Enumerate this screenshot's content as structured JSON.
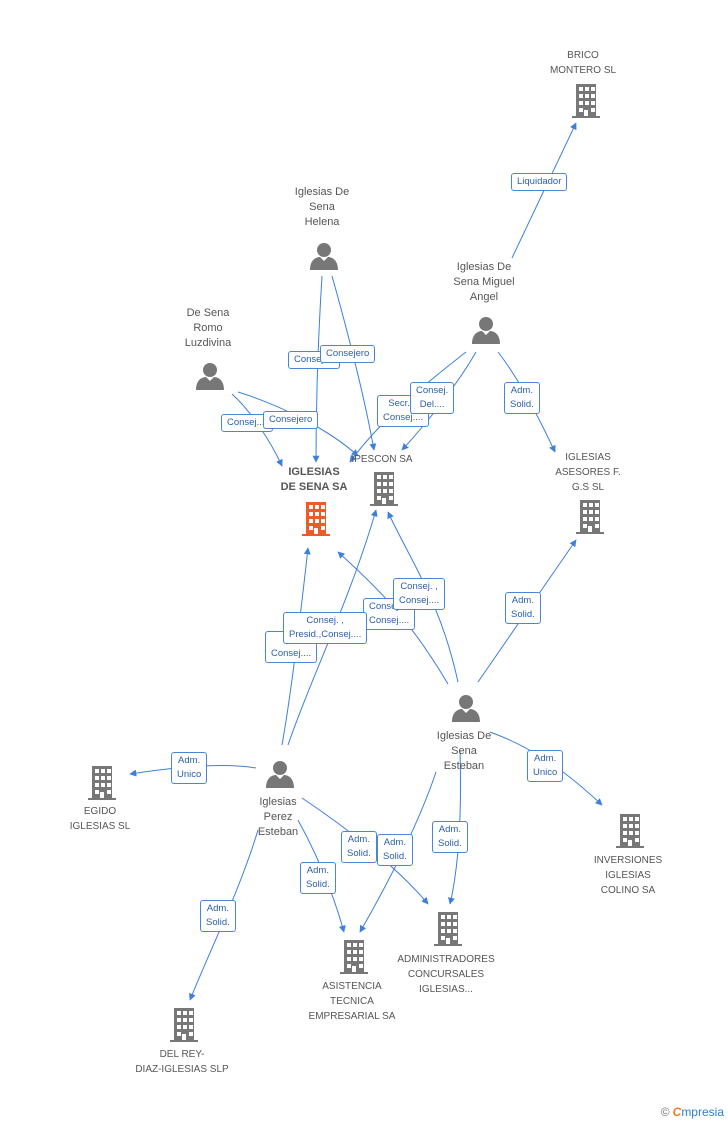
{
  "colors": {
    "edge": "#3d7fd9",
    "node": "#777777",
    "focus": "#f05a28",
    "label_border": "#4a86d8"
  },
  "nodes": {
    "brico": [
      "BRICO",
      "MONTERO SL"
    ],
    "helena": [
      "Iglesias De",
      "Sena",
      "Helena"
    ],
    "miguel": [
      "Iglesias De",
      "Sena Miguel",
      "Angel"
    ],
    "luzdivina": [
      "De Sena",
      "Romo",
      "Luzdivina"
    ],
    "iglesias_de_sena": [
      "IGLESIAS",
      "DE SENA SA"
    ],
    "ipescon": [
      "IPESCON SA"
    ],
    "asesores": [
      "IGLESIAS",
      "ASESORES F.",
      "G.S SL"
    ],
    "esteban_sena": [
      "Iglesias De",
      "Sena",
      "Esteban"
    ],
    "egido": [
      "EGIDO",
      "IGLESIAS SL"
    ],
    "perez_esteban": [
      "Iglesias",
      "Perez",
      "Esteban"
    ],
    "inversiones": [
      "INVERSIONES",
      "IGLESIAS",
      "COLINO SA"
    ],
    "administradores": [
      "ADMINISTRADORES",
      "CONCURSALES",
      "IGLESIAS..."
    ],
    "asistencia": [
      "ASISTENCIA",
      "TECNICA",
      "EMPRESARIAL SA"
    ],
    "del_rey": [
      "DEL REY-",
      "DIAZ-IGLESIAS SLP"
    ]
  },
  "edge_labels": {
    "liquidador": [
      "Liquidador"
    ],
    "helena_a": [
      "Consej...."
    ],
    "helena_b": [
      "Consejero"
    ],
    "luz_a": [
      "Consej...."
    ],
    "luz_b": [
      "Consejero"
    ],
    "miguel_a": [
      "Secr....",
      "Consej...."
    ],
    "miguel_b": [
      "Consej.",
      "Del...."
    ],
    "miguel_c": [
      "Adm.",
      "Solid."
    ],
    "esteban_asesores": [
      "Adm.",
      "Solid."
    ],
    "esteban_ipescon": [
      "Consej. ,",
      "Consej...."
    ],
    "esteban_focus": [
      "Consej....",
      "Consej...."
    ],
    "perez_focus_a": [
      "P...",
      "Consej...."
    ],
    "perez_focus_b": [
      "Consej. ,",
      "Presid.,Consej...."
    ],
    "egido": [
      "Adm.",
      "Unico"
    ],
    "inversiones": [
      "Adm.",
      "Unico"
    ],
    "perez_asistencia": [
      "Adm.",
      "Solid."
    ],
    "perez_admin": [
      "Adm.",
      "Solid."
    ],
    "esteban_asistencia": [
      "Adm.",
      "Solid."
    ],
    "esteban_admin": [
      "Adm.",
      "Solid."
    ],
    "del_rey": [
      "Adm.",
      "Solid."
    ]
  },
  "footer": {
    "copyright": "©",
    "brand_initial": "C",
    "brand_rest": "mpresia"
  }
}
